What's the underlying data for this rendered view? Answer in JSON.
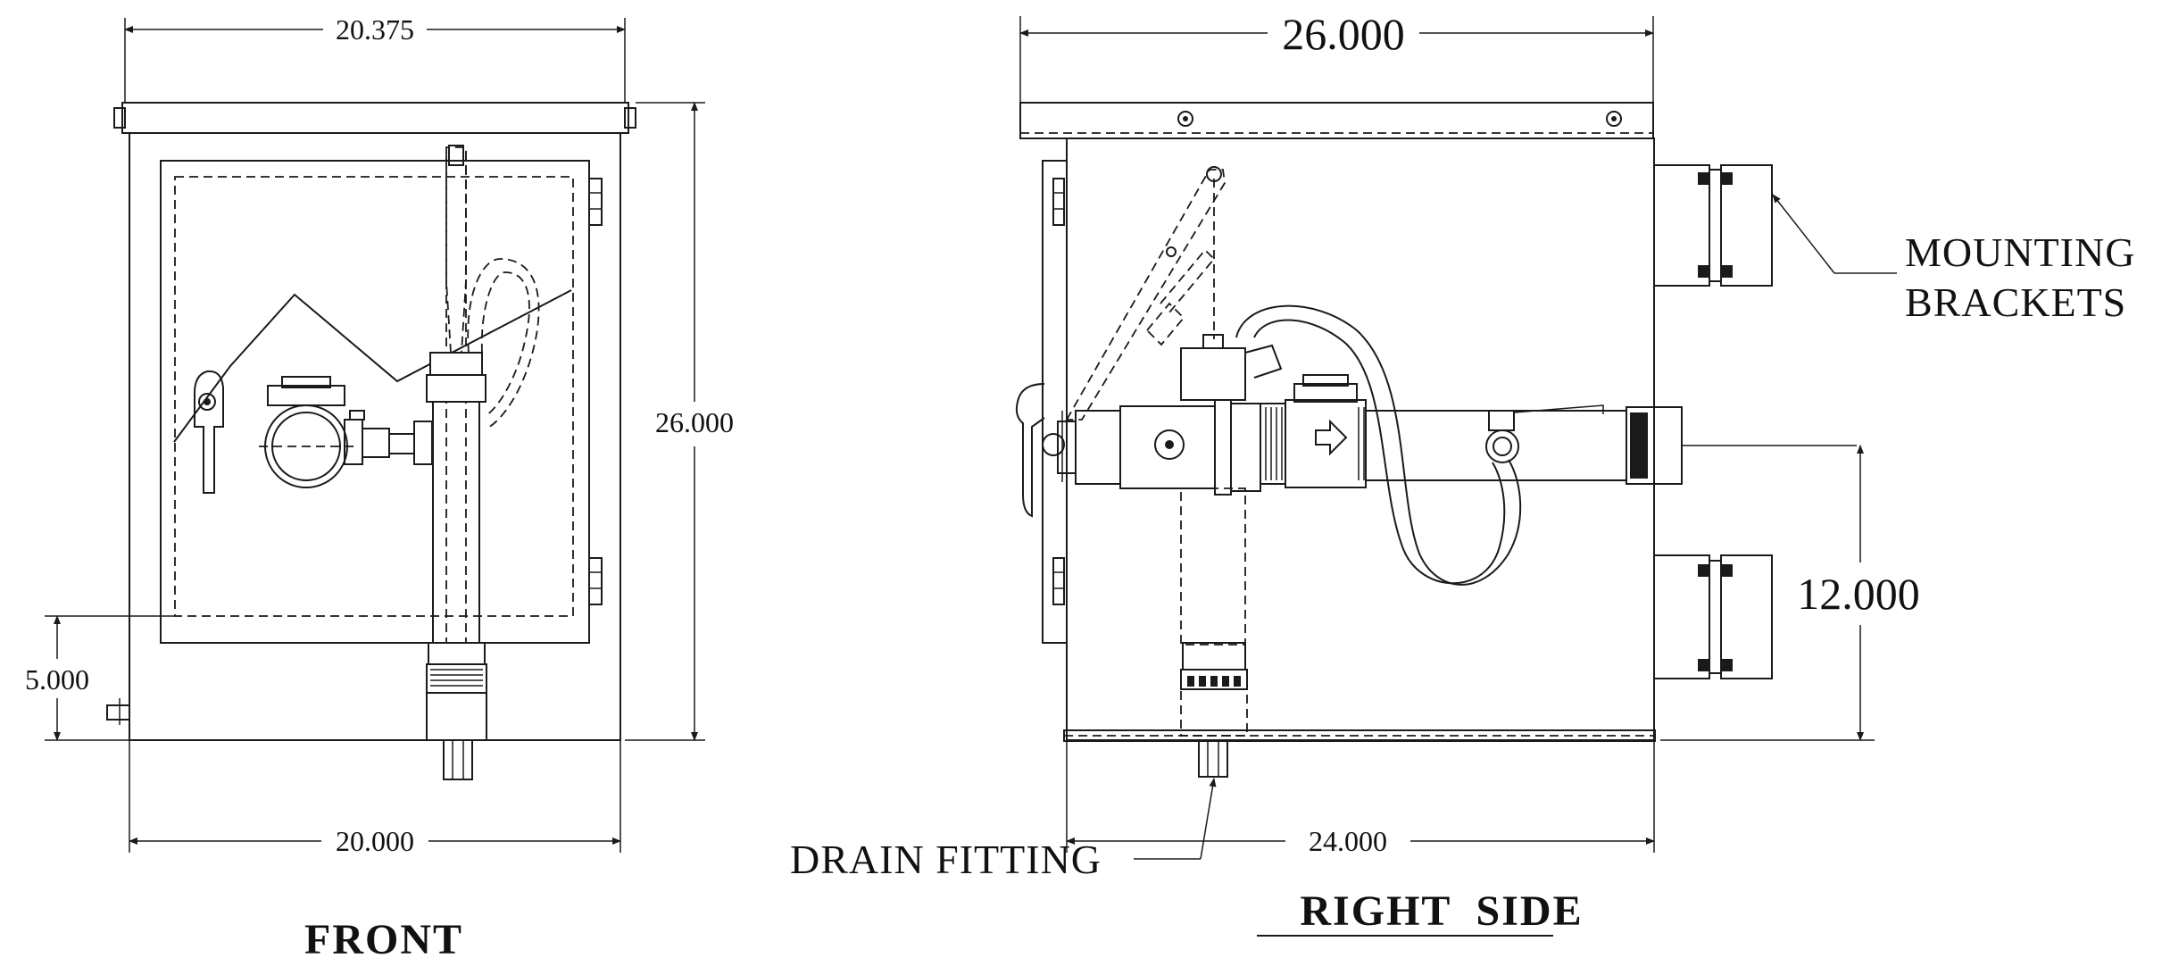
{
  "front_view": {
    "title": "FRONT",
    "dims": {
      "top_width": "20.375",
      "bottom_width": "20.000",
      "height": "26.000",
      "drain_height": "5.000"
    }
  },
  "side_view": {
    "title": "RIGHT  SIDE",
    "dims": {
      "top_width": "26.000",
      "bottom_width": "24.000",
      "pipe_height": "12.000"
    },
    "notes": {
      "mounting_line1": "MOUNTING",
      "mounting_line2": "BRACKETS",
      "drain": "DRAIN FITTING"
    }
  },
  "colors": {
    "line": "#1a1a1a",
    "background": "#ffffff"
  }
}
